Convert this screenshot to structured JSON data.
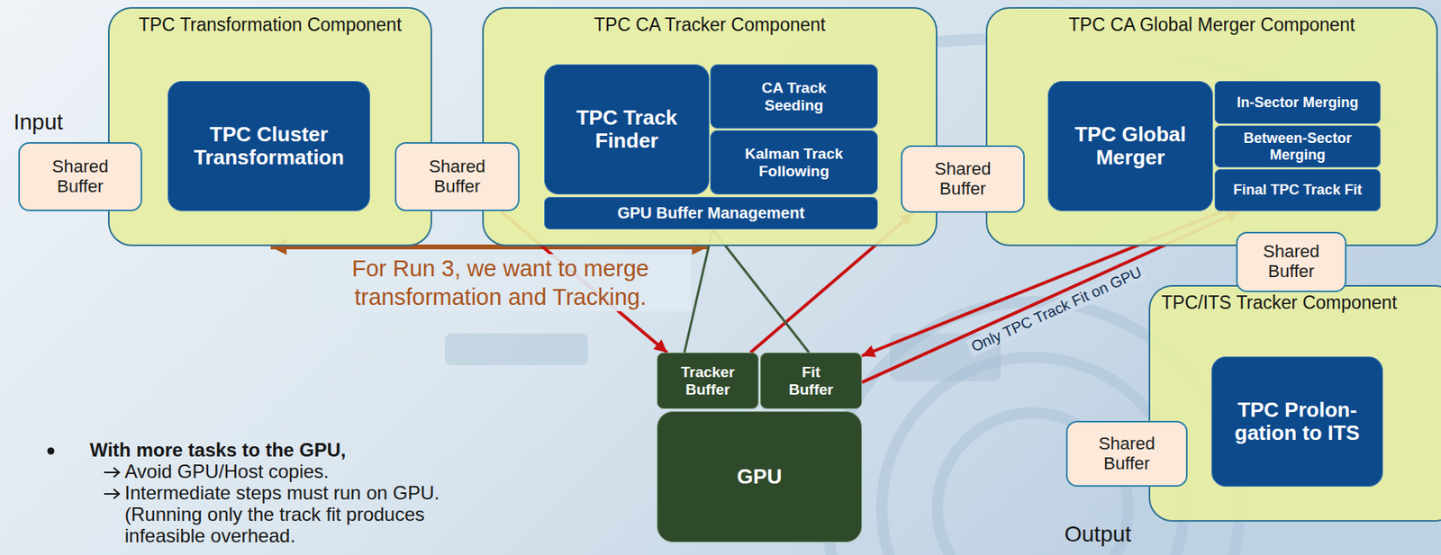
{
  "diagram": {
    "nodes": [
      {
        "text": [
          "Shared Buffer"
        ]
      },
      {
        "text": [
          "TPC Transformation Component"
        ]
      },
      {
        "text": [
          "TPC Cluster Transformation"
        ],
        "in": 1
      },
      {
        "text": [
          "Shared Buffer"
        ]
      },
      {
        "text": [
          "TPC CA Tracker Component"
        ]
      },
      {
        "text": [
          "TPC Track Finder"
        ],
        "in": 4
      },
      {
        "text": [
          "CA Track Seeding"
        ],
        "in": 4
      },
      {
        "text": [
          "Kalman Track Following"
        ],
        "in": 4
      },
      {
        "text": [
          "GPU Buffer Management"
        ],
        "in": 4
      },
      {
        "text": [
          "Shared Buffer"
        ]
      },
      {
        "text": [
          "TPC CA Global Merger Component"
        ]
      },
      {
        "text": [
          "TPC Global Merger"
        ],
        "in": 10
      },
      {
        "text": [
          "In-Sector Merging"
        ],
        "in": 10
      },
      {
        "text": [
          "Between-Sector Merging"
        ],
        "in": 10
      },
      {
        "text": [
          "Final TPC Track Fit"
        ],
        "in": 10
      },
      {
        "text": [
          "Shared Buffer"
        ]
      },
      {
        "text": [
          "TPC/ITS Tracker Component"
        ]
      },
      {
        "text": [
          "TPC Prolon- gation to ITS"
        ],
        "in": 16
      },
      {
        "text": [
          "Shared Buffer"
        ]
      },
      {
        "text": [
          "Tracker Buffer"
        ]
      },
      {
        "text": [
          "Fit Buffer"
        ]
      },
      {
        "text": [
          "GPU"
        ]
      }
    ],
    "edges": [
      {
        "from": 1,
        "to": 4,
        "arrow": "both"
      },
      {
        "from": 3,
        "to": 19,
        "arrow": "to"
      },
      {
        "from": 19,
        "to": 9,
        "arrow": "to"
      },
      {
        "from": 8,
        "to": 19,
        "arrow": "none"
      },
      {
        "from": 8,
        "to": 20,
        "arrow": "none"
      },
      {
        "from": 14,
        "to": 20,
        "arrow": "to"
      },
      {
        "from": 20,
        "to": 14,
        "arrow": "to",
        "label": "Only TPC Track Fit on GPU"
      }
    ],
    "labels": [
      "Input",
      "Output",
      "For Run 3, we want to merge transformation and Tracking.",
      "With more tasks to the GPU,",
      "Avoid GPU/Host copies.",
      "Intermediate steps must run on GPU. (Running only the track fit produces infeasible overhead."
    ]
  }
}
